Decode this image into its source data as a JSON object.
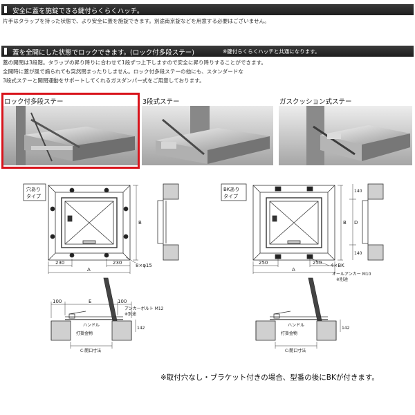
{
  "header1": {
    "title": "安全に蓋を施錠できる鍵付らくらくハッチ。"
  },
  "intro": {
    "text": "片手はタラップを持った状態で、より安全に蓋を施錠できます。別途南京錠などを用意する必要はございません。"
  },
  "header2": {
    "title": "蓋を全開にした状態でロックできます。(ロック付多段ステー)",
    "note": "※鍵付らくらくハッチと共通になります。"
  },
  "description": [
    "蓋の開閉は3段階。タラップの昇り降りに合わせて1段ずつ上下しますので安全に昇り降りすることができます。",
    "全開時に蓋が風で煽られても突然閉まったりしません。ロック付多段ステーの他にも、スタンダードな",
    "3段式ステーと開閉運動をサポートしてくれるガスダンパー式をご用意しております。"
  ],
  "photos": [
    {
      "label": "ロック付多段ステー"
    },
    {
      "label": "3段式ステー"
    },
    {
      "label": "ガスクッション式ステー"
    }
  ],
  "drawing_left": {
    "type_label": [
      "穴あり",
      "タイプ"
    ],
    "dim_230_left": "230",
    "dim_230_right": "230",
    "dim_a": "A",
    "dim_b": "B",
    "holes": "8×φ15",
    "dim_100": "100",
    "dim_e": "E",
    "dim_100b": "100",
    "anchor": "アンカーボルト M12",
    "separate": "※別途",
    "handle": "ハンドル",
    "hinge": "打掛金物",
    "dim_142": "142",
    "opening": "C:開口寸法"
  },
  "drawing_right": {
    "type_label": [
      "BKあり",
      "タイプ"
    ],
    "dim_250_left": "250",
    "dim_250_right": "250",
    "dim_a": "A",
    "dim_b": "B",
    "dim_d": "D",
    "dim_140_top": "140",
    "dim_140_bottom": "140",
    "bk": "4×BK",
    "anchor": "オールアンカー M10",
    "separate": "※別途",
    "handle": "ハンドル",
    "hinge": "打掛金物",
    "dim_142": "142",
    "opening": "C:開口寸法"
  },
  "footer_note": "※取付穴なし・ブラケット付きの場合、型番の後にBKが付きます。"
}
